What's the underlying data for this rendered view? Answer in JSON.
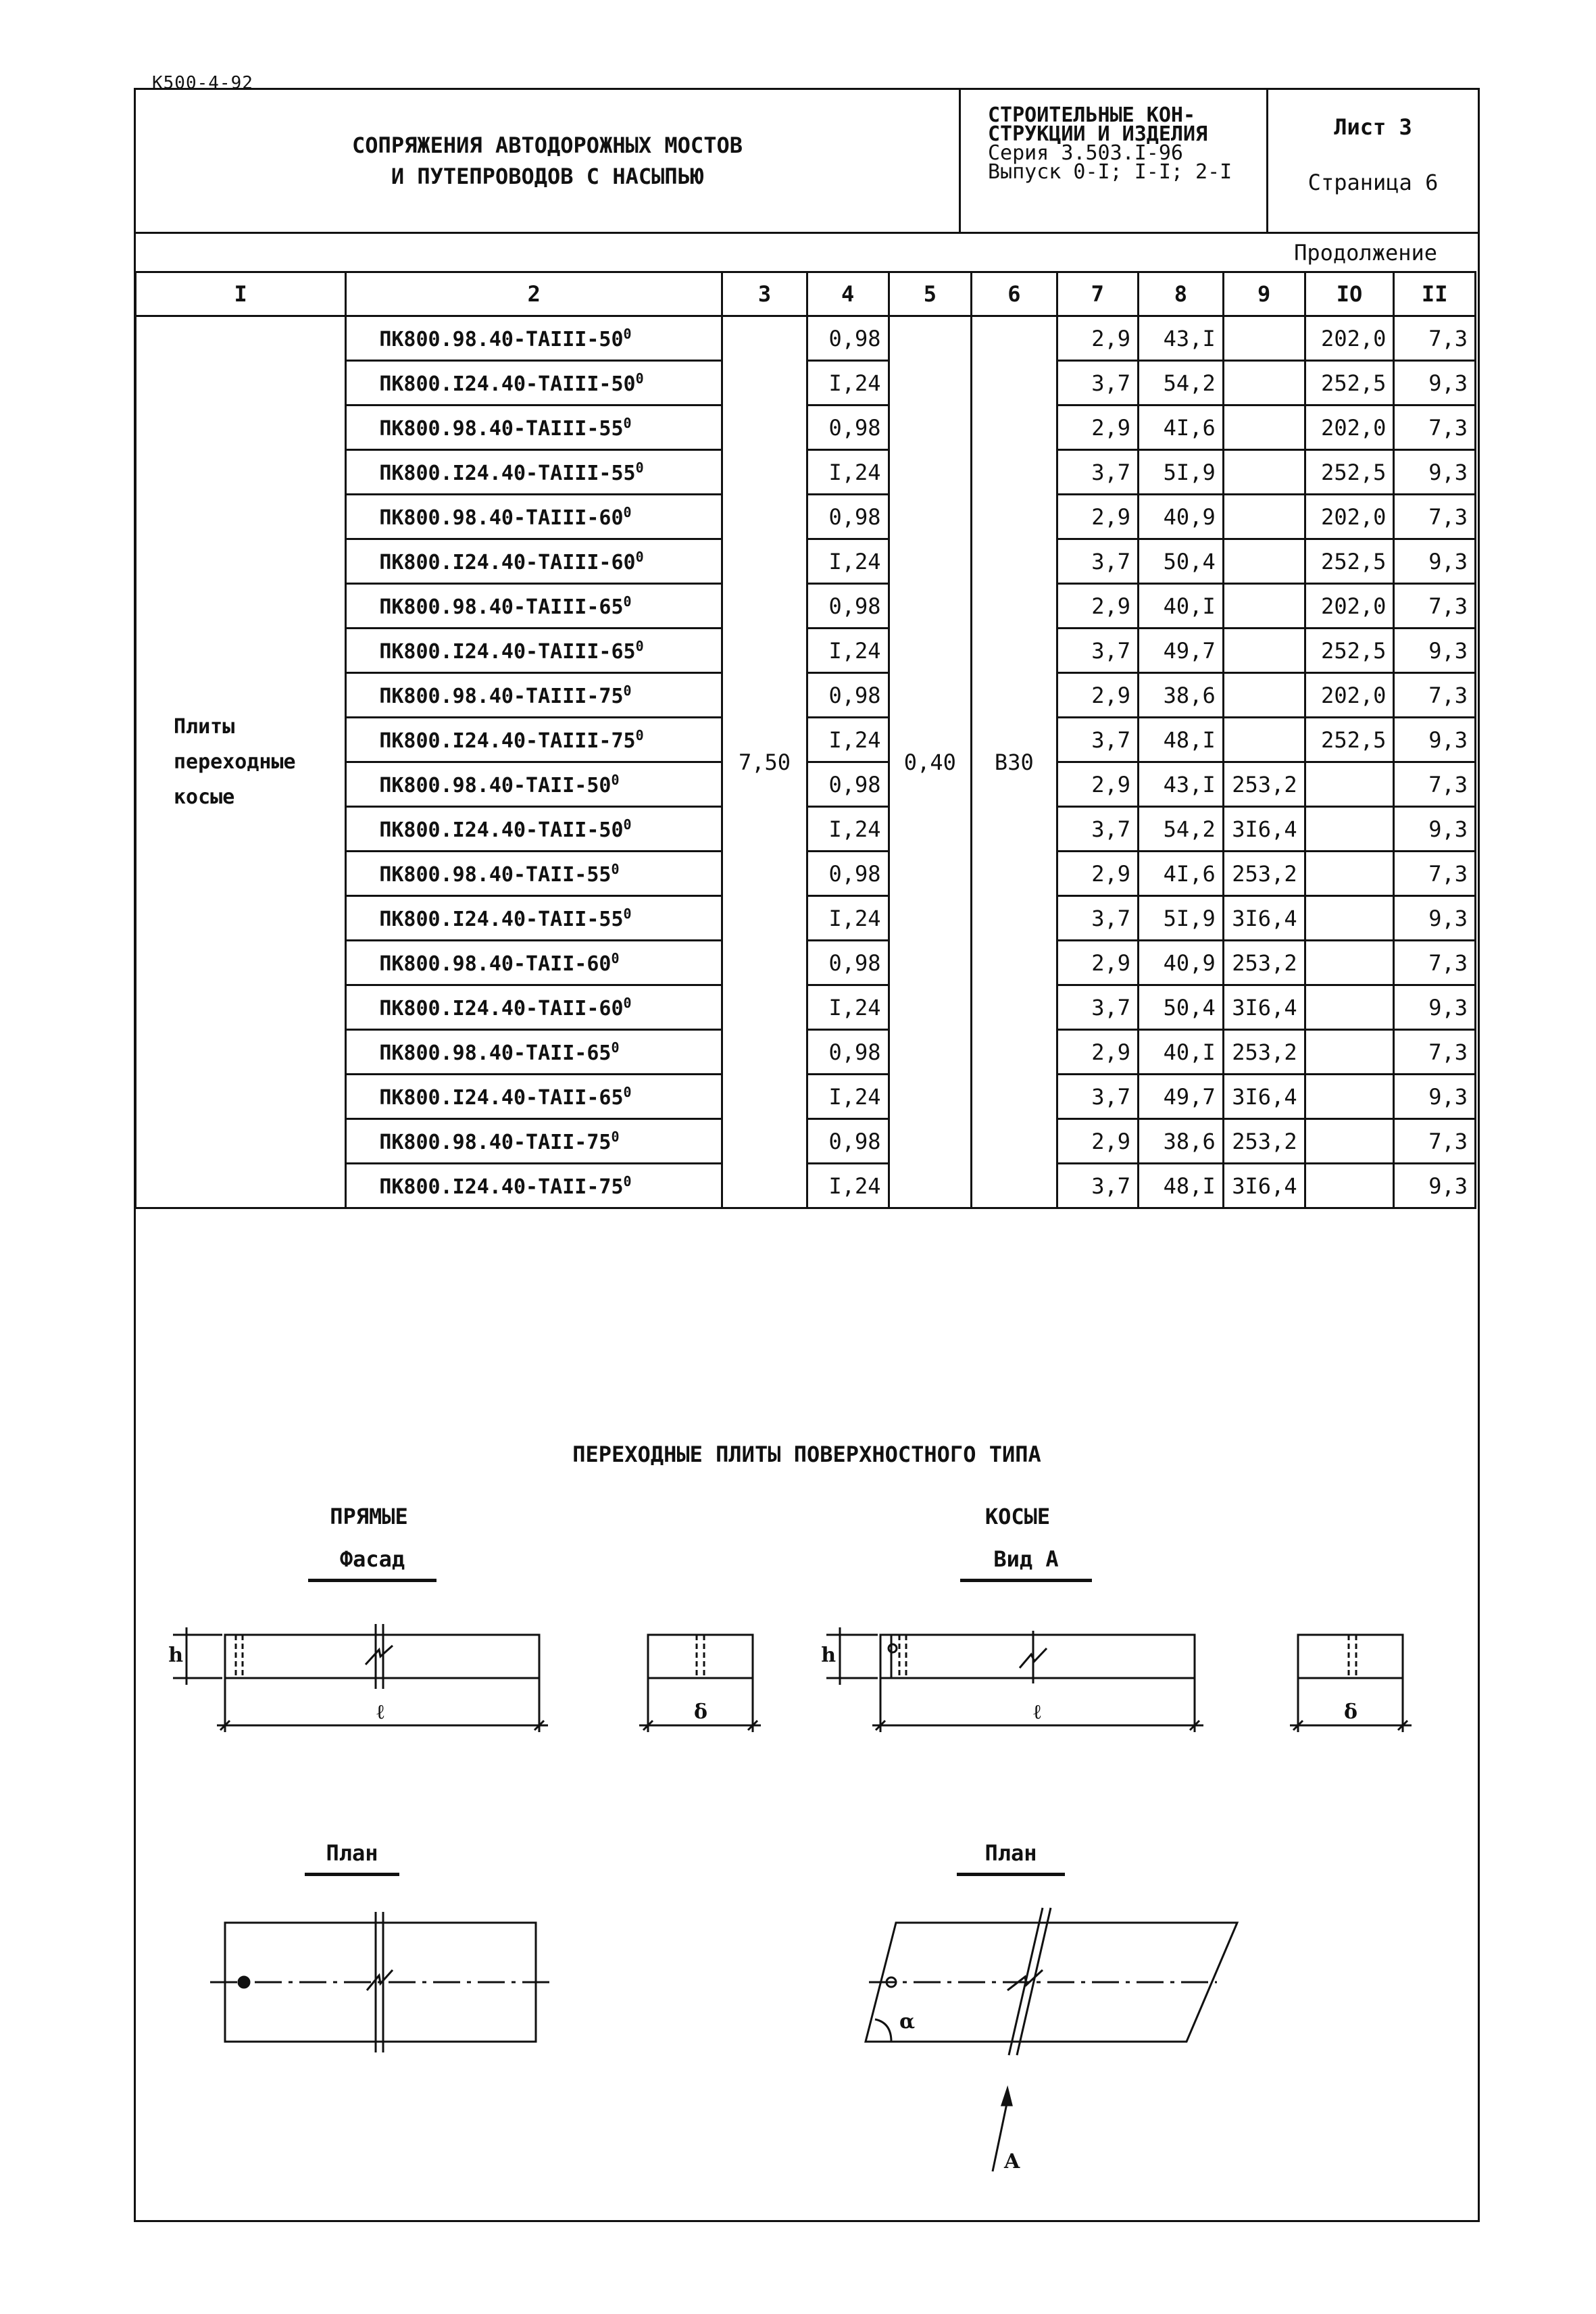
{
  "doc_code": "К500-4-92",
  "title_block": {
    "title_line1": "СОПРЯЖЕНИЯ АВТОДОРОЖНЫХ МОСТОВ",
    "title_line2": "И ПУТЕПРОВОДОВ С НАСЫПЬЮ",
    "series_line1": "СТРОИТЕЛЬНЫЕ КОН-",
    "series_line2": "СТРУКЦИИ И ИЗДЕЛИЯ",
    "series_line3": "Серия 3.503.I-96",
    "series_line4": "Выпуск 0-I; I-I; 2-I",
    "sheet": "Лист 3",
    "page": "Страница 6"
  },
  "continuation": "Продолжение",
  "table": {
    "headers": [
      "I",
      "2",
      "3",
      "4",
      "5",
      "6",
      "7",
      "8",
      "9",
      "IO",
      "II"
    ],
    "group_label": "Плиты переходные косые",
    "col3": "7,50",
    "col5": "0,40",
    "col6": "В30",
    "rows": [
      {
        "mark": "ПК800.98.40-ТАIII-50",
        "deg": "0",
        "c4": "0,98",
        "c7": "2,9",
        "c8": "43,I",
        "c9": "",
        "c10": "202,0",
        "c11": "7,3"
      },
      {
        "mark": "ПК800.I24.40-ТАIII-50",
        "deg": "0",
        "c4": "I,24",
        "c7": "3,7",
        "c8": "54,2",
        "c9": "",
        "c10": "252,5",
        "c11": "9,3"
      },
      {
        "mark": "ПК800.98.40-ТАIII-55",
        "deg": "0",
        "c4": "0,98",
        "c7": "2,9",
        "c8": "4I,6",
        "c9": "",
        "c10": "202,0",
        "c11": "7,3"
      },
      {
        "mark": "ПК800.I24.40-ТАIII-55",
        "deg": "0",
        "c4": "I,24",
        "c7": "3,7",
        "c8": "5I,9",
        "c9": "",
        "c10": "252,5",
        "c11": "9,3"
      },
      {
        "mark": "ПК800.98.40-ТАIII-60",
        "deg": "0",
        "c4": "0,98",
        "c7": "2,9",
        "c8": "40,9",
        "c9": "",
        "c10": "202,0",
        "c11": "7,3"
      },
      {
        "mark": "ПК800.I24.40-ТАIII-60",
        "deg": "0",
        "c4": "I,24",
        "c7": "3,7",
        "c8": "50,4",
        "c9": "",
        "c10": "252,5",
        "c11": "9,3"
      },
      {
        "mark": "ПК800.98.40-ТАIII-65",
        "deg": "0",
        "c4": "0,98",
        "c7": "2,9",
        "c8": "40,I",
        "c9": "",
        "c10": "202,0",
        "c11": "7,3"
      },
      {
        "mark": "ПК800.I24.40-ТАIII-65",
        "deg": "0",
        "c4": "I,24",
        "c7": "3,7",
        "c8": "49,7",
        "c9": "",
        "c10": "252,5",
        "c11": "9,3"
      },
      {
        "mark": "ПК800.98.40-ТАIII-75",
        "deg": "0",
        "c4": "0,98",
        "c7": "2,9",
        "c8": "38,6",
        "c9": "",
        "c10": "202,0",
        "c11": "7,3"
      },
      {
        "mark": "ПК800.I24.40-ТАIII-75",
        "deg": "0",
        "c4": "I,24",
        "c7": "3,7",
        "c8": "48,I",
        "c9": "",
        "c10": "252,5",
        "c11": "9,3"
      },
      {
        "mark": "ПК800.98.40-ТАII-50",
        "deg": "0",
        "c4": "0,98",
        "c7": "2,9",
        "c8": "43,I",
        "c9": "253,2",
        "c10": "",
        "c11": "7,3"
      },
      {
        "mark": "ПК800.I24.40-ТАII-50",
        "deg": "0",
        "c4": "I,24",
        "c7": "3,7",
        "c8": "54,2",
        "c9": "3I6,4",
        "c10": "",
        "c11": "9,3"
      },
      {
        "mark": "ПК800.98.40-ТАII-55",
        "deg": "0",
        "c4": "0,98",
        "c7": "2,9",
        "c8": "4I,6",
        "c9": "253,2",
        "c10": "",
        "c11": "7,3"
      },
      {
        "mark": "ПК800.I24.40-ТАII-55",
        "deg": "0",
        "c4": "I,24",
        "c7": "3,7",
        "c8": "5I,9",
        "c9": "3I6,4",
        "c10": "",
        "c11": "9,3"
      },
      {
        "mark": "ПК800.98.40-ТАII-60",
        "deg": "0",
        "c4": "0,98",
        "c7": "2,9",
        "c8": "40,9",
        "c9": "253,2",
        "c10": "",
        "c11": "7,3"
      },
      {
        "mark": "ПК800.I24.40-ТАII-60",
        "deg": "0",
        "c4": "I,24",
        "c7": "3,7",
        "c8": "50,4",
        "c9": "3I6,4",
        "c10": "",
        "c11": "9,3"
      },
      {
        "mark": "ПК800.98.40-ТАII-65",
        "deg": "0",
        "c4": "0,98",
        "c7": "2,9",
        "c8": "40,I",
        "c9": "253,2",
        "c10": "",
        "c11": "7,3"
      },
      {
        "mark": "ПК800.I24.40-ТАII-65",
        "deg": "0",
        "c4": "I,24",
        "c7": "3,7",
        "c8": "49,7",
        "c9": "3I6,4",
        "c10": "",
        "c11": "9,3"
      },
      {
        "mark": "ПК800.98.40-ТАII-75",
        "deg": "0",
        "c4": "0,98",
        "c7": "2,9",
        "c8": "38,6",
        "c9": "253,2",
        "c10": "",
        "c11": "7,3"
      },
      {
        "mark": "ПК800.I24.40-ТАII-75",
        "deg": "0",
        "c4": "I,24",
        "c7": "3,7",
        "c8": "48,I",
        "c9": "3I6,4",
        "c10": "",
        "c11": "9,3"
      }
    ]
  },
  "drawing": {
    "title": "ПЕРЕХОДНЫЕ ПЛИТЫ ПОВЕРХНОСТНОГО ТИПА",
    "left_type": "ПРЯМЫЕ",
    "right_type": "КОСЫЕ",
    "left_view": "Фасад",
    "right_view": "Вид А",
    "plan_label": "План",
    "dim_length": "ℓ",
    "dim_width": "δ",
    "dim_height": "h",
    "angle": "α",
    "arrow_label": "A"
  }
}
